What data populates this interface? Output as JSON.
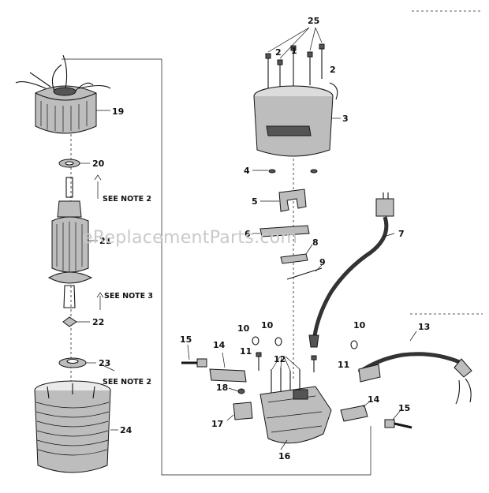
{
  "watermark": "eReplacementParts.com",
  "part_labels": {
    "p1": "1",
    "p2a": "2",
    "p2b": "2",
    "p3": "3",
    "p4": "4",
    "p5": "5",
    "p6": "6",
    "p7": "7",
    "p8": "8",
    "p9": "9",
    "p10a": "10",
    "p10b": "10",
    "p10c": "10",
    "p11a": "11",
    "p11b": "11",
    "p12": "12",
    "p13": "13",
    "p14a": "14",
    "p14b": "14",
    "p15a": "15",
    "p15b": "15",
    "p16": "16",
    "p17": "17",
    "p18": "18",
    "p19": "19",
    "p20": "20",
    "p21": "21",
    "p22": "22",
    "p23": "23",
    "p24": "24",
    "p25": "25"
  },
  "notes": {
    "note_a": "SEE NOTE 2",
    "note_b": "SEE NOTE 3",
    "note_c": "SEE NOTE 2"
  }
}
